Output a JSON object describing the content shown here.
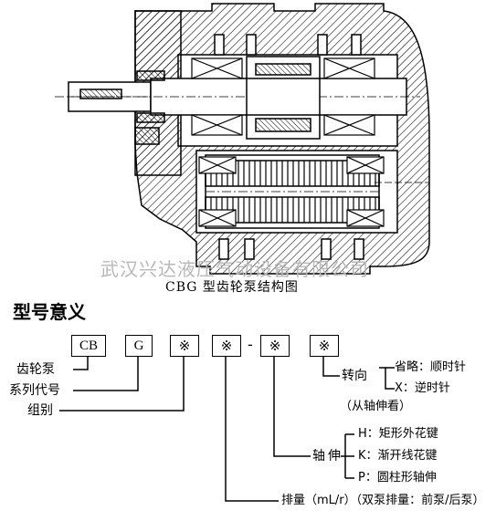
{
  "watermark": "武汉兴达液压气动设备有限公司",
  "figure_caption": "CBG 型齿轮泵结构图",
  "section_title": "型号意义",
  "code_boxes": [
    "CB",
    "G",
    "※",
    "※",
    "※",
    "※"
  ],
  "code_dash": "-",
  "labels": {
    "pump": "齿轮泵",
    "series": "系列代号",
    "group": "组别",
    "rotation": "转向",
    "rotation_default": "省略：顺时针",
    "rotation_x": "X：逆时针",
    "rotation_note": "（从轴伸看）",
    "shaft": "轴伸",
    "shaft_h": "H：矩形外花键",
    "shaft_k": "K：渐开线花键",
    "shaft_p": "P：圆柱形轴伸",
    "displacement": "排量（mL/r）（双泵排量：前泵/后泵）"
  },
  "colors": {
    "ink": "#000000",
    "watermark": "#b8b8b8",
    "paper": "#ffffff"
  }
}
